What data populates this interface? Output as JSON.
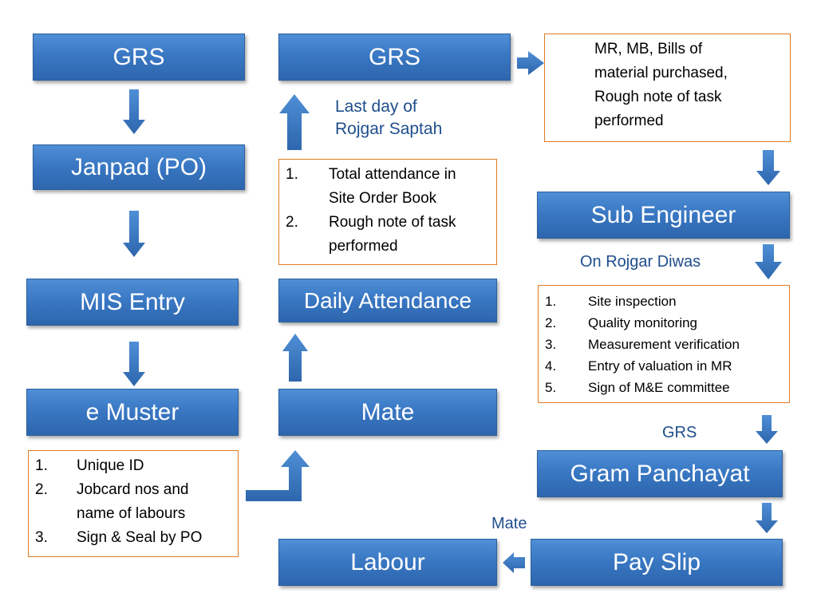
{
  "boxes": {
    "grs_left": "GRS",
    "janpad": "Janpad (PO)",
    "mis_entry": "MIS Entry",
    "e_muster": "e Muster",
    "grs_mid": "GRS",
    "daily_attendance": "Daily Attendance",
    "mate": "Mate",
    "sub_engineer": "Sub Engineer",
    "gram_panchayat": "Gram Panchayat",
    "pay_slip": "Pay Slip",
    "labour": "Labour"
  },
  "labels": {
    "last_day": [
      "Last day of",
      "Rojgar Saptah"
    ],
    "on_rojgar_diwas": "On Rojgar Diwas",
    "grs_small": "GRS",
    "mate_small": "Mate"
  },
  "notes": {
    "e_muster_items": [
      {
        "num": "1.",
        "lines": [
          "Unique ID"
        ]
      },
      {
        "num": "2.",
        "lines": [
          "Jobcard nos and",
          "name of labours"
        ]
      },
      {
        "num": "3.",
        "lines": [
          "Sign & Seal by PO"
        ]
      }
    ],
    "attendance_items": [
      {
        "num": "1.",
        "lines": [
          "Total attendance in",
          "Site Order Book"
        ]
      },
      {
        "num": "2.",
        "lines": [
          "Rough note of task",
          "performed"
        ]
      }
    ],
    "grs_docs_lines": [
      "MR, MB, Bills of",
      "material purchased,",
      "Rough note of task",
      "performed"
    ],
    "sub_engineer_items": [
      {
        "num": "1.",
        "text": "Site inspection"
      },
      {
        "num": "2.",
        "text": "Quality monitoring"
      },
      {
        "num": "3.",
        "text": "Measurement verification"
      },
      {
        "num": "4.",
        "text": "Entry of valuation in MR"
      },
      {
        "num": "5.",
        "text": "Sign of M&E committee"
      }
    ]
  },
  "colors": {
    "box_blue": "#3a78c4",
    "note_border": "#e07b22",
    "label_blue": "#1f4e8c"
  }
}
